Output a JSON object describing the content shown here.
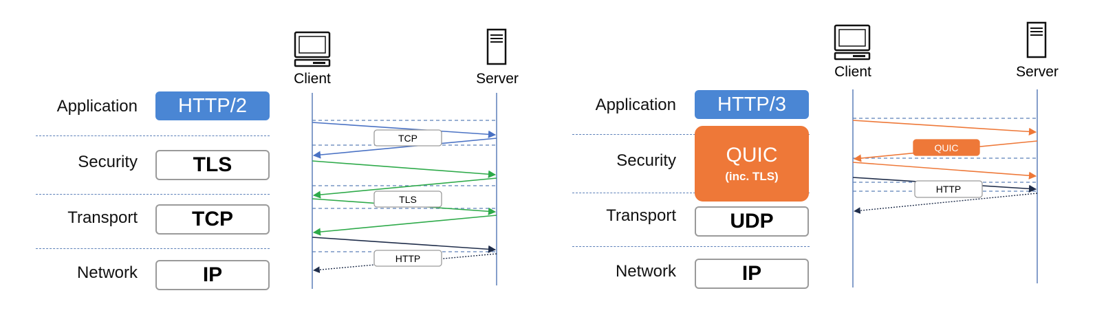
{
  "left": {
    "layers": {
      "application": "Application",
      "security": "Security",
      "transport": "Transport",
      "network": "Network"
    },
    "boxes": {
      "application": "HTTP/2",
      "security": "TLS",
      "transport": "TCP",
      "network": "IP"
    },
    "client_label": "Client",
    "server_label": "Server",
    "exchange_tags": {
      "tcp": "TCP",
      "tls": "TLS",
      "http": "HTTP"
    }
  },
  "right": {
    "layers": {
      "application": "Application",
      "security": "Security",
      "transport": "Transport",
      "network": "Network"
    },
    "boxes": {
      "application": "HTTP/3",
      "quic_main": "QUIC",
      "quic_sub": "(inc. TLS)",
      "transport": "UDP",
      "network": "IP"
    },
    "client_label": "Client",
    "server_label": "Server",
    "exchange_tags": {
      "quic": "QUIC",
      "http": "HTTP"
    }
  },
  "colors": {
    "http_box": "#4a86d4",
    "quic_box": "#ee7838",
    "tcp_arrow": "#4a72c4",
    "tls_arrow": "#2eaa4a",
    "http_arrow": "#1f2d4a",
    "quic_arrow": "#ee7838"
  },
  "icons": {
    "client": "desktop-computer-icon",
    "server": "server-tower-icon"
  }
}
